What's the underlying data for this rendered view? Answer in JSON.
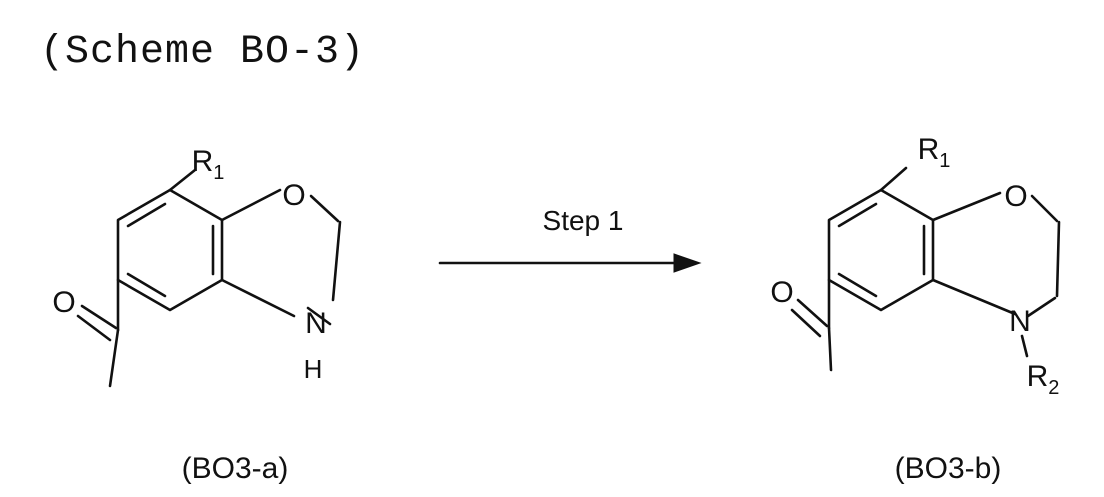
{
  "title": "(Scheme BO-3)",
  "reaction": {
    "step_label": "Step 1"
  },
  "compound_a": {
    "label": "(BO3-a)",
    "substituent_r1": "R",
    "substituent_r1_sub": "1",
    "atom_o_ketone": "O",
    "atom_o_ring": "O",
    "atom_n": "N",
    "atom_h": "H"
  },
  "compound_b": {
    "label": "(BO3-b)",
    "substituent_r1": "R",
    "substituent_r1_sub": "1",
    "substituent_r2": "R",
    "substituent_r2_sub": "2",
    "atom_o_ketone": "O",
    "atom_o_ring": "O",
    "atom_n": "N"
  }
}
